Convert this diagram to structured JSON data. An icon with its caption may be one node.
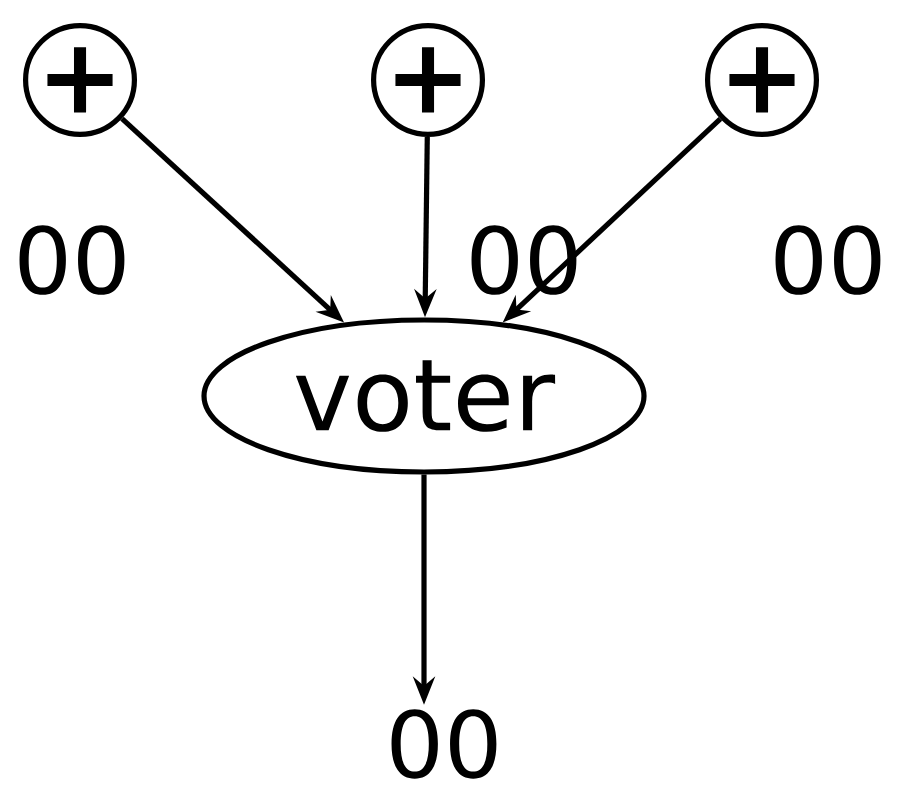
{
  "diagram": {
    "nodes": [
      {
        "text": [
          "+"
        ]
      },
      {
        "text": [
          "+"
        ]
      },
      {
        "text": [
          "+"
        ]
      },
      {
        "text": [
          "voter"
        ]
      },
      {
        "text": [
          "00"
        ]
      }
    ],
    "edges": [
      {
        "from": 0,
        "to": 3,
        "arrow": "to",
        "label": "00"
      },
      {
        "from": 1,
        "to": 3,
        "arrow": "to",
        "label": "00"
      },
      {
        "from": 2,
        "to": 3,
        "arrow": "to",
        "label": "00"
      },
      {
        "from": 3,
        "to": 4,
        "arrow": "to"
      }
    ]
  }
}
